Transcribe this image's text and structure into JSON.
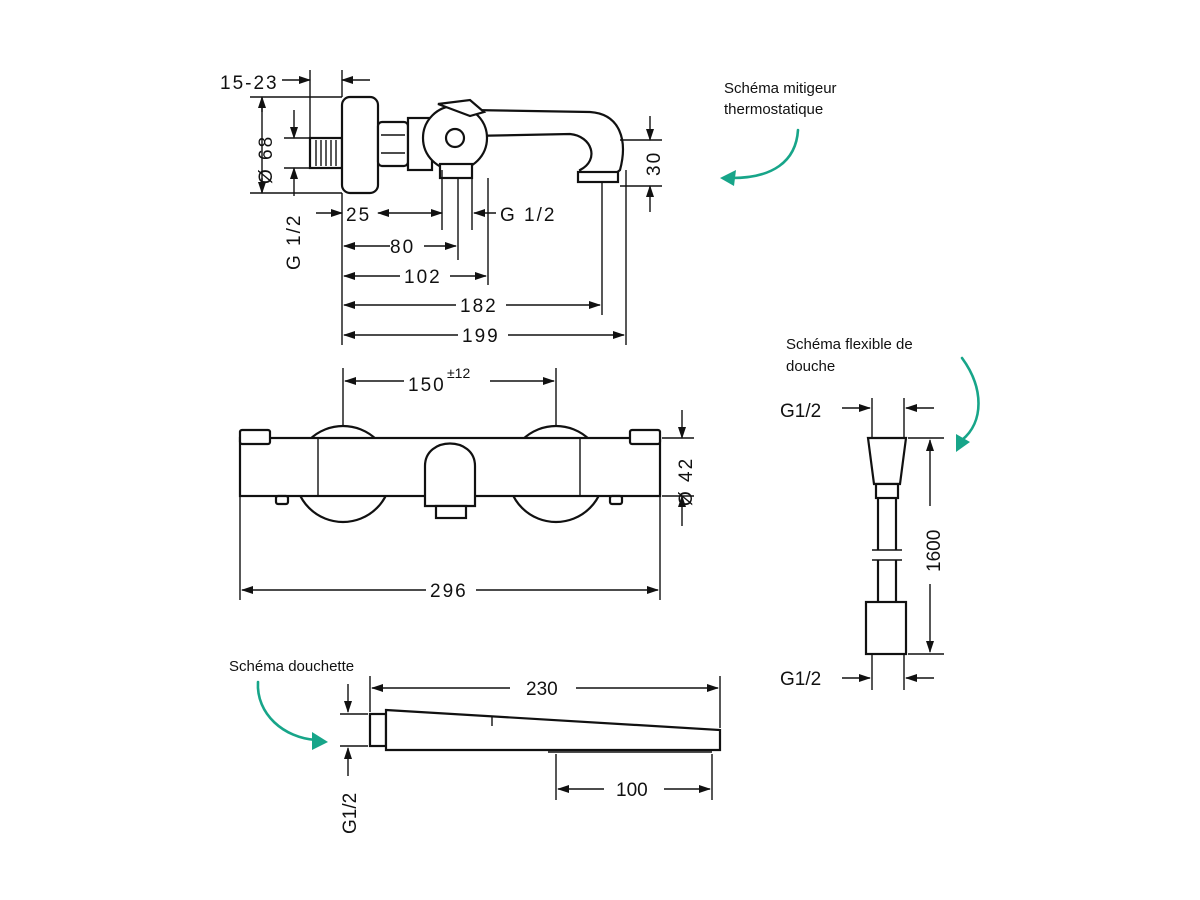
{
  "notes": {
    "mixer": [
      "Schéma mitigeur",
      "thermostatique"
    ],
    "hose": [
      "Schéma flexible de",
      "douche"
    ],
    "handshower": [
      "Schéma douchette"
    ]
  },
  "colors": {
    "line": "#111111",
    "accent_arrow": "#17a589",
    "background": "#ffffff"
  },
  "side_view": {
    "dim_15_23": "15-23",
    "dim_d68": "Ø 68",
    "dim_g12_left": "G 1/2",
    "dim_25": "25",
    "dim_g12_right": "G 1/2",
    "dim_80": "80",
    "dim_102": "102",
    "dim_182": "182",
    "dim_199": "199",
    "dim_30": "30"
  },
  "front_view": {
    "dim_150": "150",
    "dim_150_tol": "±12",
    "dim_d42": "Ø 42",
    "dim_296": "296"
  },
  "hose": {
    "dim_g12_top": "G1/2",
    "dim_1600": "1600",
    "dim_g12_bottom": "G1/2"
  },
  "handshower": {
    "dim_230": "230",
    "dim_100": "100",
    "dim_g12": "G1/2"
  }
}
